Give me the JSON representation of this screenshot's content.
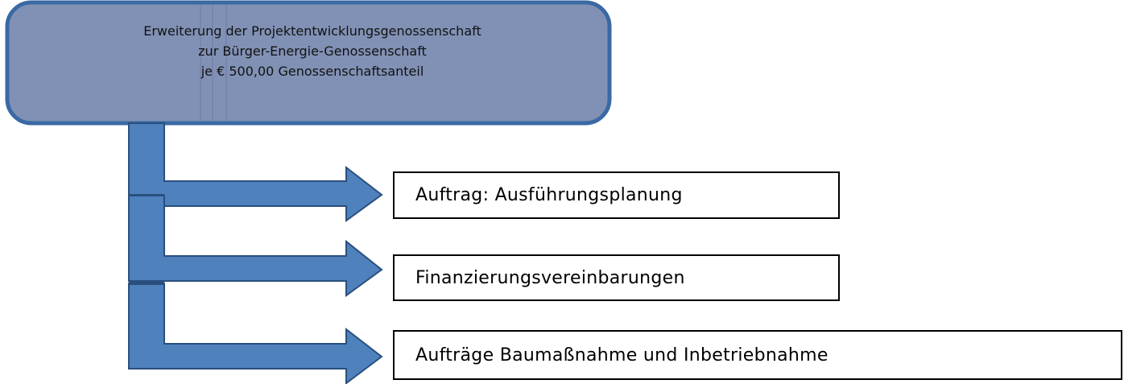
{
  "header": {
    "lines": [
      "Erweiterung der Projektentwicklungsgenossenschaft",
      "zur Bürger-Energie-Genossenschaft",
      "je € 500,00 Genossenschaftsanteil"
    ]
  },
  "steps": [
    {
      "label": "Auftrag: Ausführungsplanung"
    },
    {
      "label": "Finanzierungsvereinbarungen"
    },
    {
      "label": "Aufträge Baumaßnahme und Inbetriebnahme"
    }
  ],
  "colors": {
    "header_fill": "#8191b5",
    "header_stroke": "#3a69a4",
    "arrow_fill": "#4f81bd",
    "arrow_stroke": "#2a4f7e"
  }
}
